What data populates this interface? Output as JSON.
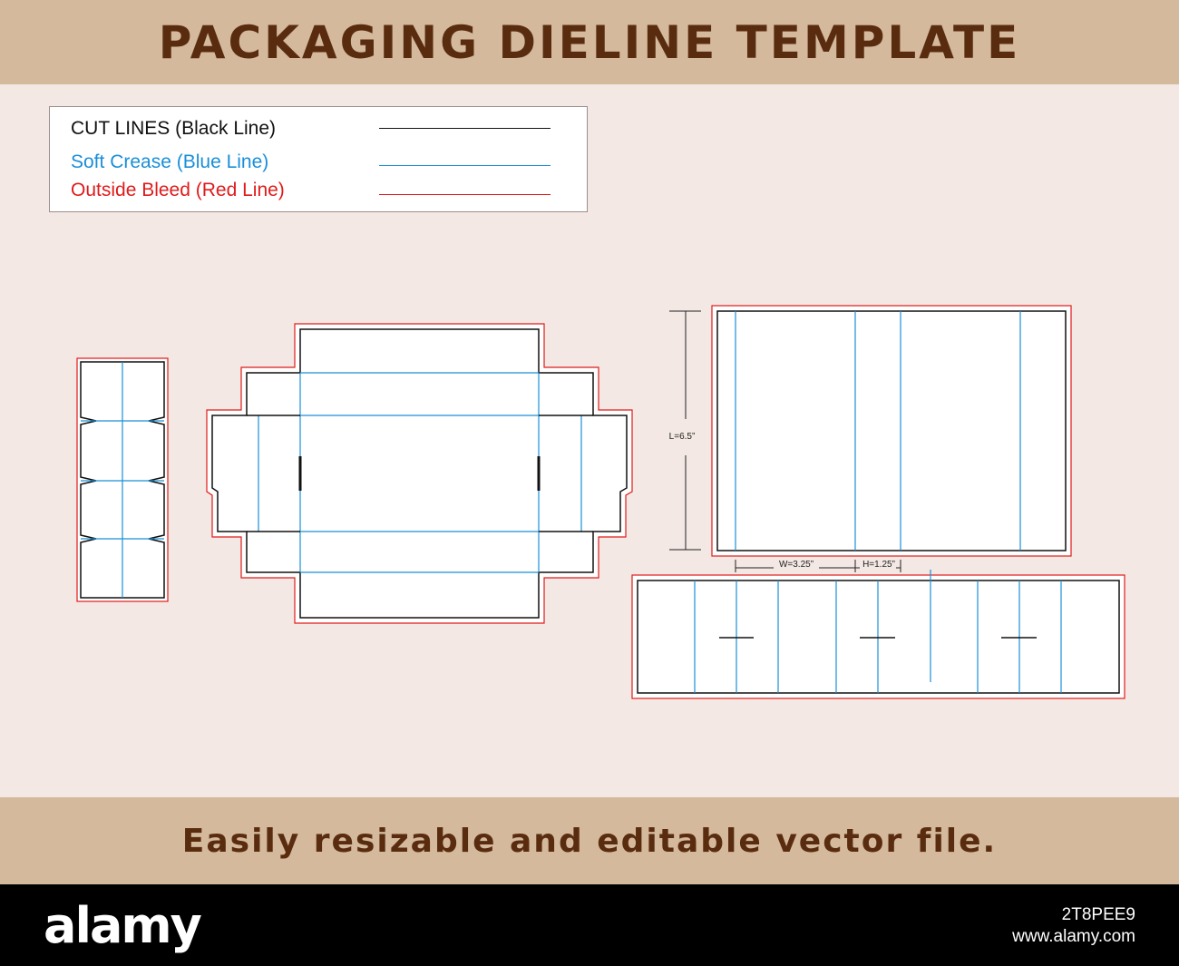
{
  "header": {
    "title": "PACKAGING DIELINE TEMPLATE"
  },
  "legend": {
    "items": [
      {
        "label": "CUT LINES (Black Line)",
        "color": "#111111"
      },
      {
        "label": "Soft Crease (Blue Line)",
        "color": "#1a8fd8"
      },
      {
        "label": "Outside Bleed (Red Line)",
        "color": "#e01b1b"
      }
    ]
  },
  "dimensions": {
    "length": "L=6.5”",
    "width": "W=3.25”",
    "height": "H=1.25”"
  },
  "footer_banner": {
    "text": "Easily resizable and editable vector file."
  },
  "watermark": {
    "brand": "alamy",
    "image_id": "2T8PEE9",
    "site": "www.alamy.com"
  },
  "colors": {
    "banner": "#d4b99d",
    "banner_text": "#5a2c0f",
    "canvas": "#f3e8e3",
    "cut": "#111111",
    "crease": "#1a8fd8",
    "bleed": "#e01b1b"
  }
}
